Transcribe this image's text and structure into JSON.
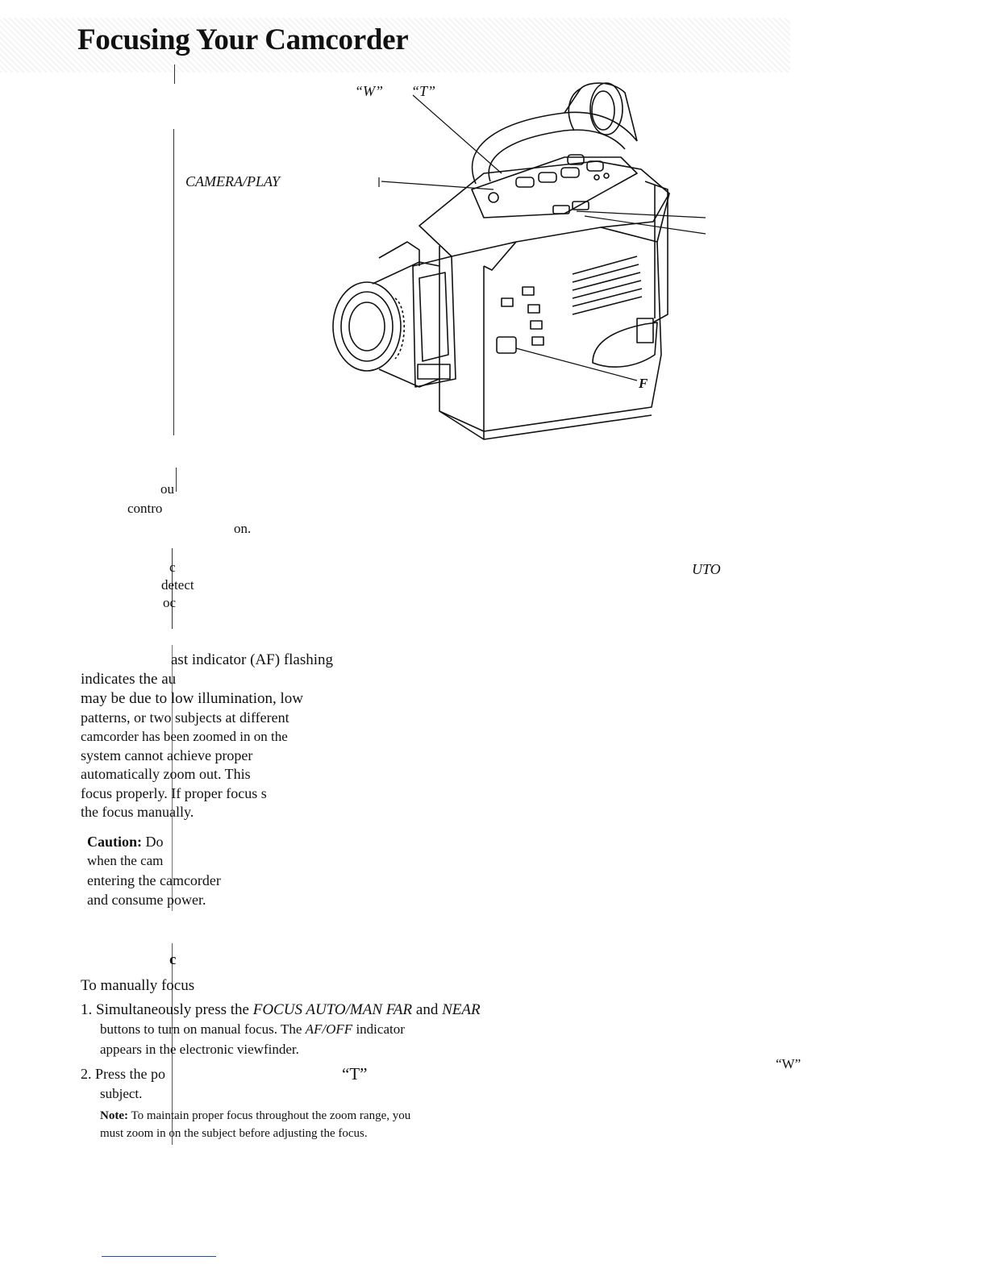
{
  "page": {
    "title": "Focusing Your Camcorder"
  },
  "figure": {
    "label_w": "“W”",
    "label_t": "“T”",
    "label_camera_play": "CAMERA/PLAY",
    "label_f": "F"
  },
  "fragments": {
    "ou": "ou",
    "contro": "contro",
    "on": "on.",
    "c1": "c",
    "detect": "detect",
    "oc": "oc",
    "uto": "UTO"
  },
  "paragraph": {
    "lines": [
      "ast indicator (AF) flashing",
      "indicates the au",
      "may be due to low illumination, low",
      "patterns, or two subjects at different",
      "camcorder has been zoomed in on the",
      "system cannot achieve proper",
      "automatically zoom out.  This",
      "focus properly.  If proper focus s",
      "the focus manually."
    ]
  },
  "caution": {
    "label": "Caution:",
    "first": "Do",
    "lines": [
      "when the cam",
      "entering the camcorder",
      "and consume power."
    ]
  },
  "manual": {
    "heading_fragment": "c",
    "intro": "To manually focus",
    "step1_num": "1.",
    "step1_a": "Simultaneously press the ",
    "step1_b": "FOCUS AUTO/MAN FAR",
    "step1_c": " and ",
    "step1_d": "NEAR",
    "step1_line2_a": "buttons to turn on manual focus.  The ",
    "step1_line2_b": "AF/OFF",
    "step1_line2_c": " indicator",
    "step1_line3": "appears in the electronic viewfinder.",
    "step2_num": "2.",
    "step2_a": "Press the po",
    "step2_t": "“T”",
    "step2_w": "“W”",
    "step2_line2": "subject.",
    "note_label": "Note:",
    "note_line1": " To maintain proper focus throughout the zoom range, you",
    "note_line2": "must zoom in on the subject before adjusting the focus."
  }
}
